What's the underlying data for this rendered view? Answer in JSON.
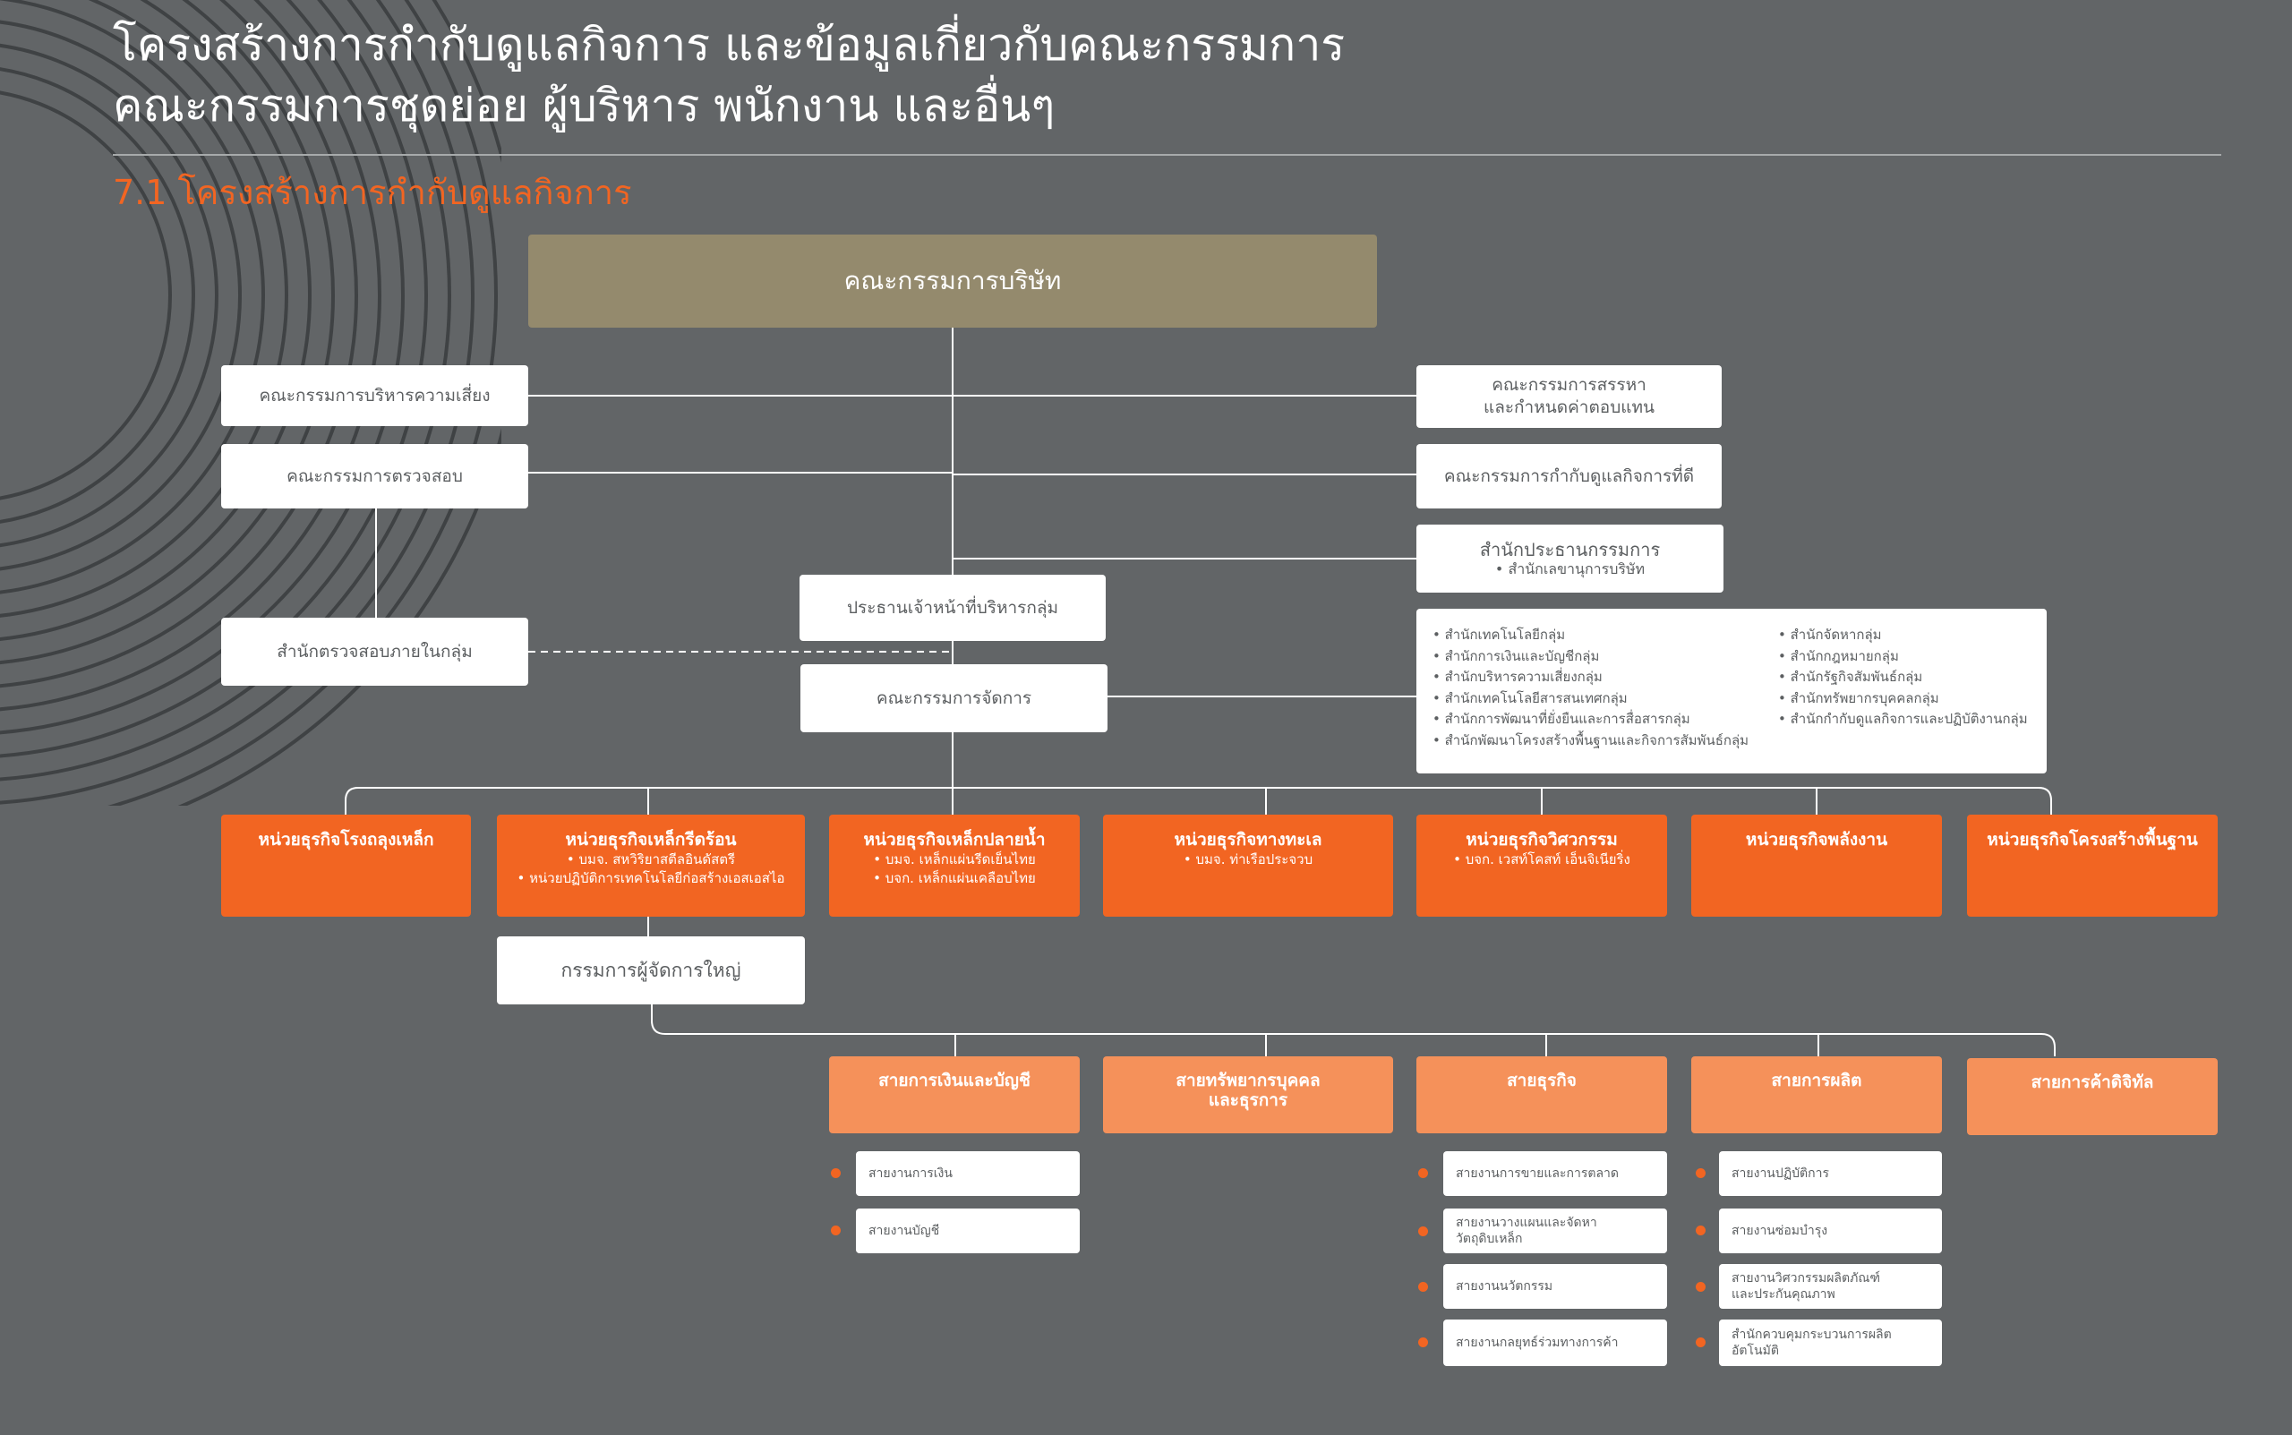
{
  "header": {
    "title_line1": "โครงสร้างการกำกับดูแลกิจการ และข้อมูลเกี่ยวกับคณะกรรมการ",
    "title_line2": "คณะกรรมการชุดย่อย ผู้บริหาร พนักงาน และอื่นๆ",
    "section_title": "7.1 โครงสร้างการกำกับดูแลกิจการ"
  },
  "colors": {
    "background": "#626567",
    "board": "#948a6d",
    "business_unit": "#f26522",
    "business_line": "#f5915a",
    "accent": "#f26522"
  },
  "org": {
    "board": "คณะกรรมการบริษัท",
    "left_committees": {
      "risk": "คณะกรรมการบริหารความเสี่ยง",
      "audit": "คณะกรรมการตรวจสอบ",
      "internal_audit": "สำนักตรวจสอบภายในกลุ่ม"
    },
    "right_committees": {
      "nomination_line1": "คณะกรรมการสรรหา",
      "nomination_line2": "และกำหนดค่าตอบแทน",
      "governance": "คณะกรรมการกำกับดูแลกิจการที่ดี",
      "chairman_office": "สำนักประธานกรรมการ",
      "chairman_office_sub": "• สำนักเลขานุการบริษัท"
    },
    "group_ceo": "ประธานเจ้าหน้าที่บริหารกลุ่ม",
    "management_committee": "คณะกรรมการจัดการ",
    "group_departments_left": [
      "• สำนักเทคโนโลยีกลุ่ม",
      "• สำนักการเงินและบัญชีกลุ่ม",
      "• สำนักบริหารความเสี่ยงกลุ่ม",
      "• สำนักเทคโนโลยีสารสนเทศกลุ่ม",
      "• สำนักการพัฒนาที่ยั่งยืนและการสื่อสารกลุ่ม",
      "• สำนักพัฒนาโครงสร้างพื้นฐานและกิจการสัมพันธ์กลุ่ม"
    ],
    "group_departments_right": [
      "• สำนักจัดหากลุ่ม",
      "• สำนักกฎหมายกลุ่ม",
      "• สำนักรัฐกิจสัมพันธ์กลุ่ม",
      "• สำนักทรัพยากรบุคคลกลุ่ม",
      "• สำนักกำกับดูแลกิจการและปฏิบัติงานกลุ่ม"
    ],
    "business_units": [
      {
        "title": "หน่วยธุรกิจโรงถลุงเหล็ก",
        "subs": []
      },
      {
        "title": "หน่วยธุรกิจเหล็กรีดร้อน",
        "subs": [
          "• บมจ. สหวิริยาสตีลอินดัสตรี",
          "• หน่วยปฏิบัติการเทคโนโลยีก่อสร้างเอสเอสไอ"
        ]
      },
      {
        "title": "หน่วยธุรกิจเหล็กปลายน้ำ",
        "subs": [
          "• บมจ. เหล็กแผ่นรีดเย็นไทย",
          "• บจก. เหล็กแผ่นเคลือบไทย"
        ]
      },
      {
        "title": "หน่วยธุรกิจทางทะเล",
        "subs": [
          "• บมจ. ท่าเรือประจวบ"
        ]
      },
      {
        "title": "หน่วยธุรกิจวิศวกรรม",
        "subs": [
          "• บจก. เวสท์โคสท์ เอ็นจิเนียริ่ง"
        ]
      },
      {
        "title": "หน่วยธุรกิจพลังงาน",
        "subs": []
      },
      {
        "title": "หน่วยธุรกิจโครงสร้างพื้นฐาน",
        "subs": []
      }
    ],
    "md": "กรรมการผู้จัดการใหญ่",
    "business_lines": [
      {
        "line1": "สายการเงินและบัญชี",
        "line2": ""
      },
      {
        "line1": "สายทรัพยากรบุคคล",
        "line2": "และธุรการ"
      },
      {
        "line1": "สายธุรกิจ",
        "line2": ""
      },
      {
        "line1": "สายการผลิต",
        "line2": ""
      },
      {
        "line1": "สายการค้าดิจิทัล",
        "line2": ""
      }
    ],
    "finance_depts": [
      {
        "line1": "สายงานการเงิน",
        "line2": ""
      },
      {
        "line1": "สายงานบัญชี",
        "line2": ""
      }
    ],
    "business_depts": [
      {
        "line1": "สายงานการขายและการตลาด",
        "line2": ""
      },
      {
        "line1": "สายงานวางแผนและจัดหา",
        "line2": "วัตถุดิบเหล็ก"
      },
      {
        "line1": "สายงานนวัตกรรม",
        "line2": ""
      },
      {
        "line1": "สายงานกลยุทธ์ร่วมทางการค้า",
        "line2": ""
      }
    ],
    "production_depts": [
      {
        "line1": "สายงานปฏิบัติการ",
        "line2": ""
      },
      {
        "line1": "สายงานซ่อมบำรุง",
        "line2": ""
      },
      {
        "line1": "สายงานวิศวกรรมผลิตภัณฑ์",
        "line2": "และประกันคุณภาพ"
      },
      {
        "line1": "สำนักควบคุมกระบวนการผลิต",
        "line2": "อัตโนมัติ"
      }
    ]
  }
}
